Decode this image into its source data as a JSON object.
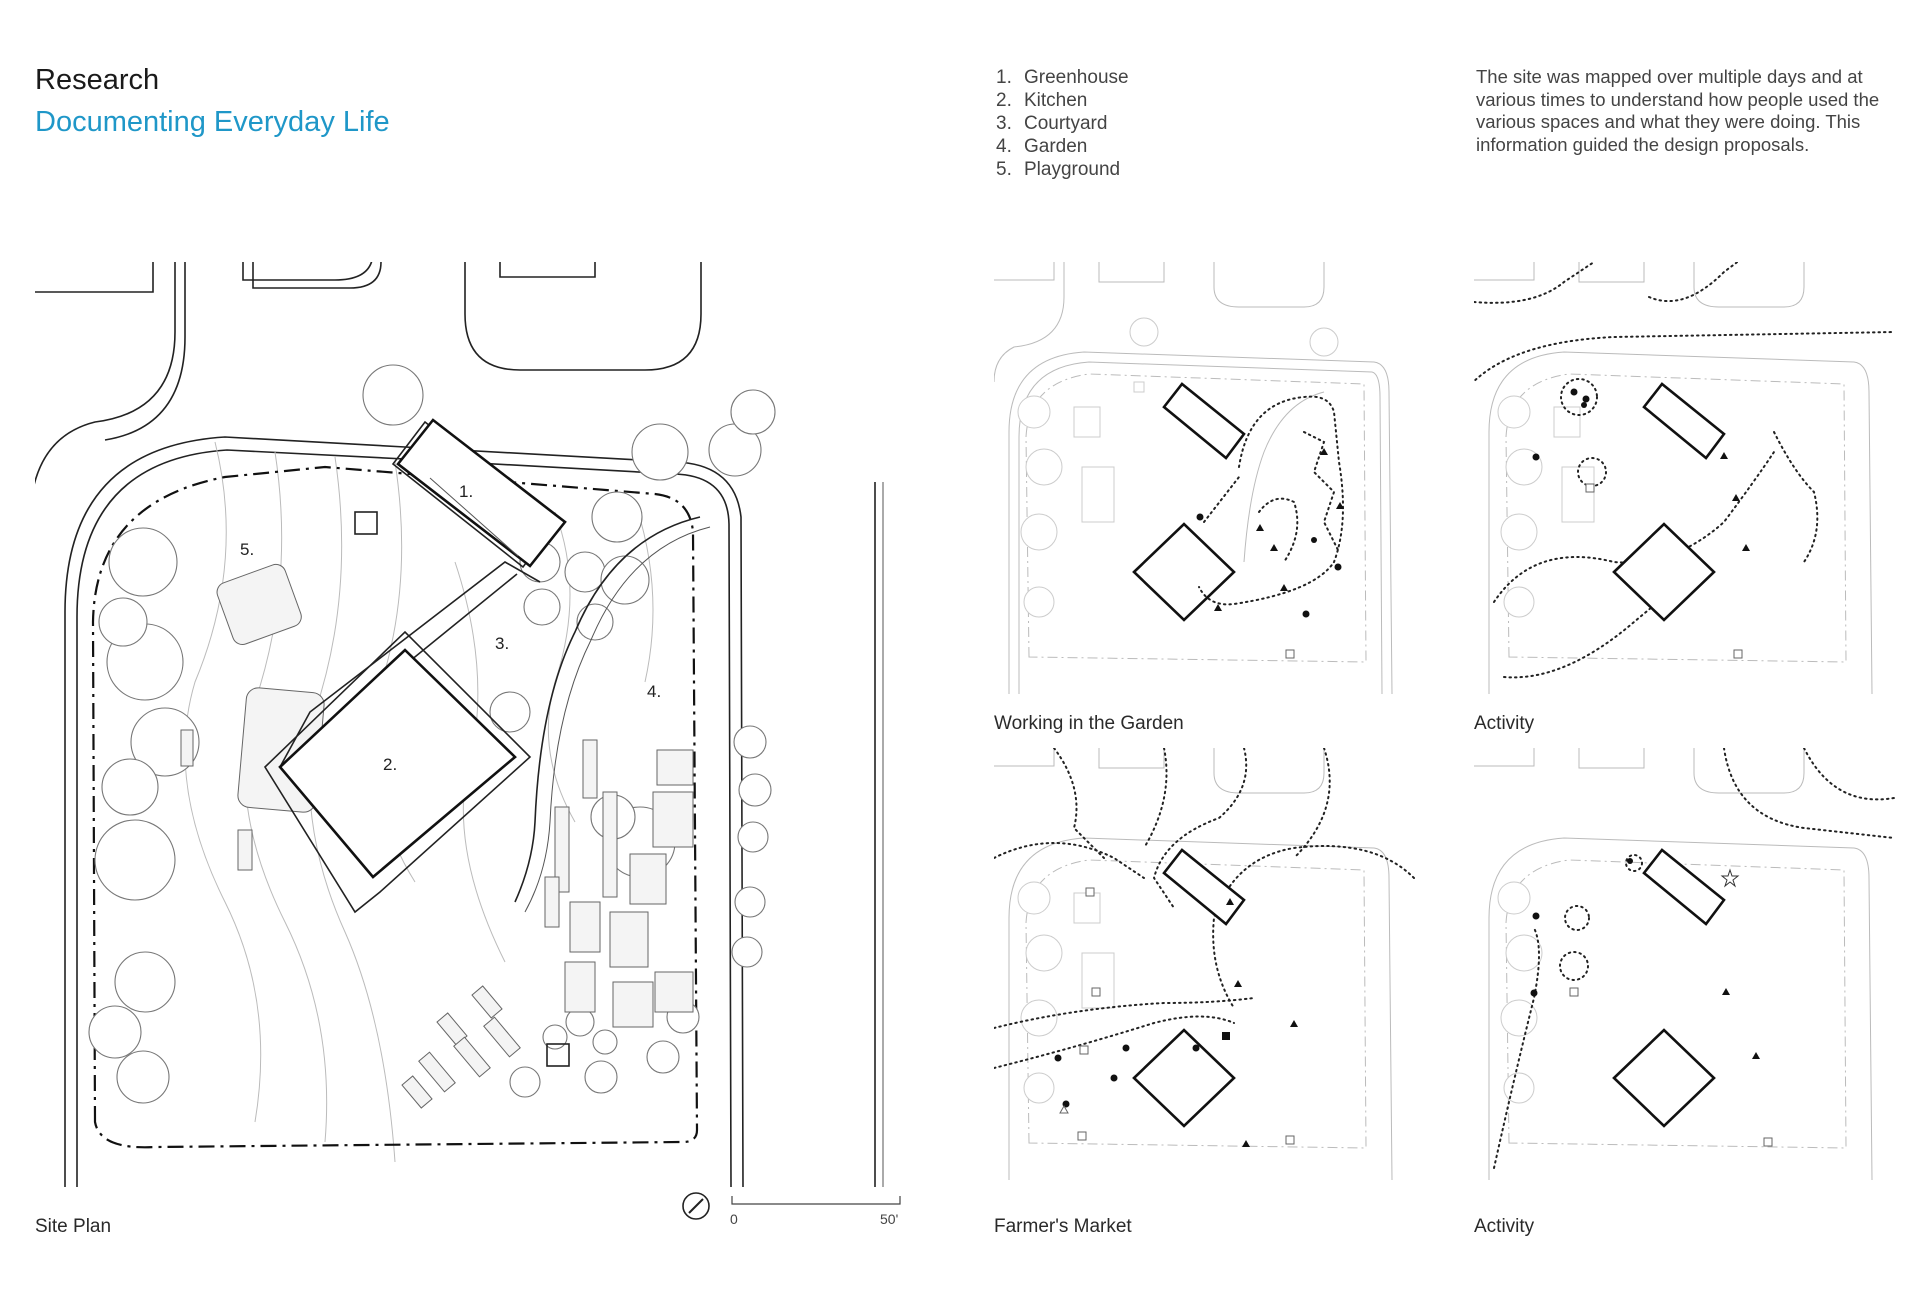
{
  "header": {
    "title": "Research",
    "subtitle": "Documenting Everyday Life"
  },
  "legend": [
    {
      "num": "1.",
      "label": "Greenhouse"
    },
    {
      "num": "2.",
      "label": "Kitchen"
    },
    {
      "num": "3.",
      "label": "Courtyard"
    },
    {
      "num": "4.",
      "label": "Garden"
    },
    {
      "num": "5.",
      "label": "Playground"
    }
  ],
  "description": "The site was mapped over multiple days and at various times to understand how people used the various spaces and what they were doing. This information guided the design proposals.",
  "site_plan": {
    "caption": "Site Plan",
    "labels": {
      "greenhouse": "1.",
      "kitchen": "2.",
      "courtyard": "3.",
      "garden": "4.",
      "playground": "5."
    },
    "scale_bar": {
      "start": "0",
      "end": "50'"
    }
  },
  "maps": [
    {
      "caption": "Working in the Garden"
    },
    {
      "caption": "Activity"
    },
    {
      "caption": "Farmer's Market"
    },
    {
      "caption": "Activity"
    }
  ],
  "colors": {
    "accent": "#1f97c8",
    "ink": "#1a1a1a"
  }
}
